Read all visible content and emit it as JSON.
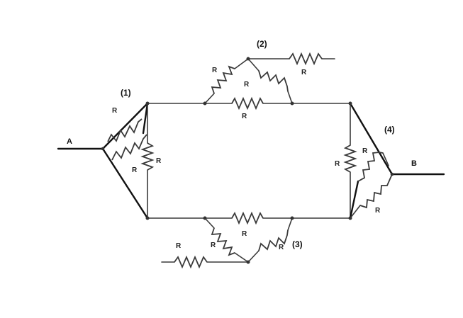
{
  "diagram": {
    "terminal_a": "A",
    "terminal_b": "B",
    "resistor_label": "R",
    "junction_1": "(1)",
    "junction_2": "(2)",
    "junction_3": "(3)",
    "junction_4": "(4)"
  }
}
